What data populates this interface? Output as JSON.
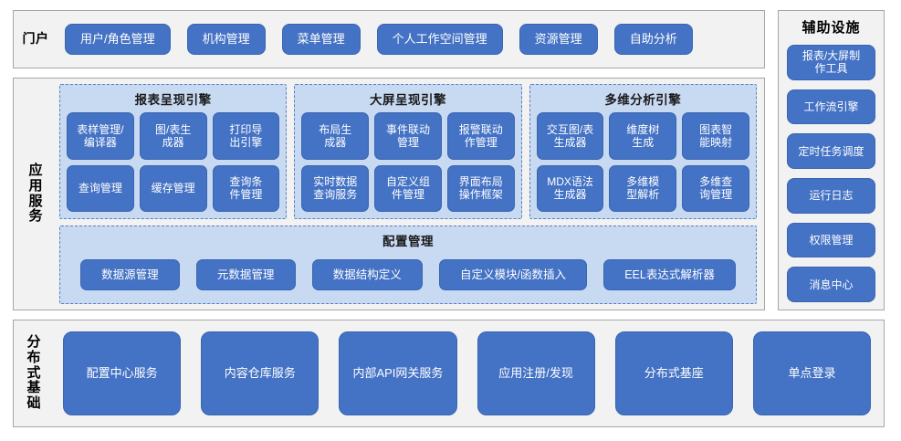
{
  "portal": {
    "label": "门户",
    "items": [
      {
        "label": "用户/角色管理"
      },
      {
        "label": "机构管理"
      },
      {
        "label": "菜单管理"
      },
      {
        "label": "个人工作空间管理"
      },
      {
        "label": "资源管理"
      },
      {
        "label": "自助分析"
      }
    ]
  },
  "app_services": {
    "label": "应用服务",
    "engines": [
      {
        "title": "报表呈现引擎",
        "items": [
          {
            "label": "表样管理/\n编译器"
          },
          {
            "label": "图/表生\n成器"
          },
          {
            "label": "打印导\n出引擎"
          },
          {
            "label": "查询管理"
          },
          {
            "label": "缓存管理"
          },
          {
            "label": "查询条\n件管理"
          }
        ]
      },
      {
        "title": "大屏呈现引擎",
        "items": [
          {
            "label": "布局生\n成器"
          },
          {
            "label": "事件联动\n管理"
          },
          {
            "label": "报警联动\n作管理"
          },
          {
            "label": "实时数据\n查询服务"
          },
          {
            "label": "自定义组\n件管理"
          },
          {
            "label": "界面布局\n操作框架"
          }
        ]
      },
      {
        "title": "多维分析引擎",
        "items": [
          {
            "label": "交互图/表\n生成器"
          },
          {
            "label": "维度树\n生成"
          },
          {
            "label": "图表智\n能映射"
          },
          {
            "label": "MDX语法\n生成器"
          },
          {
            "label": "多维模\n型解析"
          },
          {
            "label": "多维查\n询管理"
          }
        ]
      }
    ],
    "config": {
      "title": "配置管理",
      "items": [
        {
          "label": "数据源管理"
        },
        {
          "label": "元数据管理"
        },
        {
          "label": "数据结构定义"
        },
        {
          "label": "自定义模块/函数插入"
        },
        {
          "label": "EEL表达式解析器"
        }
      ]
    }
  },
  "aux": {
    "title": "辅助设施",
    "items": [
      {
        "label": "报表/大屏制\n作工具"
      },
      {
        "label": "工作流引擎"
      },
      {
        "label": "定时任务调度"
      },
      {
        "label": "运行日志"
      },
      {
        "label": "权限管理"
      },
      {
        "label": "消息中心"
      }
    ]
  },
  "infra": {
    "label": "分布式基础",
    "items": [
      {
        "label": "配置中心服务"
      },
      {
        "label": "内容仓库服务"
      },
      {
        "label": "内部API网关服务"
      },
      {
        "label": "应用注册/发现"
      },
      {
        "label": "分布式基座"
      },
      {
        "label": "单点登录"
      }
    ]
  },
  "colors": {
    "button_blue": "#4472C4",
    "group_blue": "#C8DAF2",
    "frame_gray": "#F2F2F2",
    "border_gray": "#A6A6A6"
  }
}
